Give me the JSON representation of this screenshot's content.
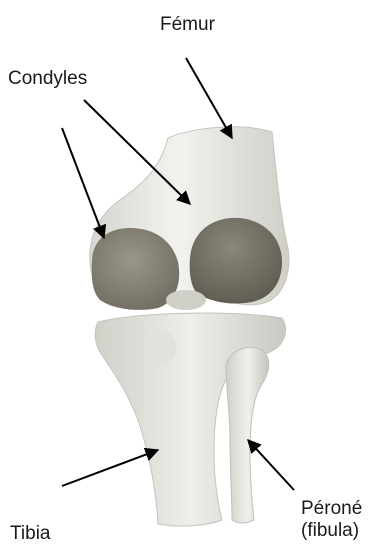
{
  "labels": {
    "femur": "Fémur",
    "condyles": "Condyles",
    "tibia": "Tibia",
    "perone_line1": "Péroné",
    "perone_line2": "(fibula)"
  },
  "colors": {
    "bone_light": "#ededea",
    "bone_mid": "#d9d9d3",
    "bone_shadow": "#bdbdb6",
    "condyle_cartilage": "#8c887c",
    "condyle_dark": "#6f6b60",
    "arrow": "#000000",
    "text": "#1a1a1a"
  }
}
